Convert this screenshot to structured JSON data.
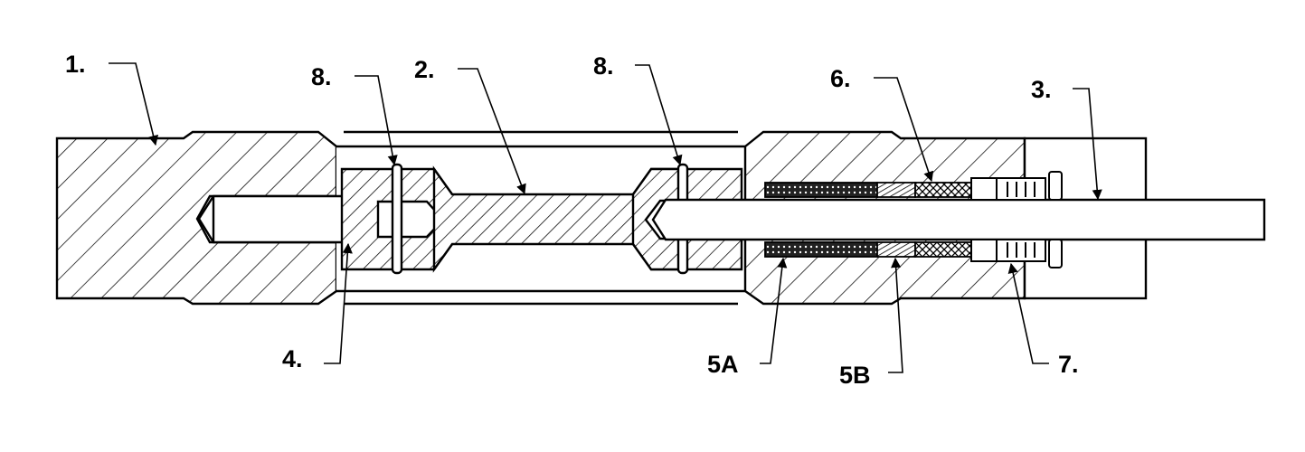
{
  "callouts": {
    "c1": "1.",
    "c2": "2.",
    "c3": "3.",
    "c4": "4.",
    "c5a": "5A",
    "c5b": "5B",
    "c6": "6.",
    "c7": "7.",
    "c8_left": "8.",
    "c8_right": "8."
  },
  "colors": {
    "line": "#000000",
    "background": "#ffffff"
  }
}
